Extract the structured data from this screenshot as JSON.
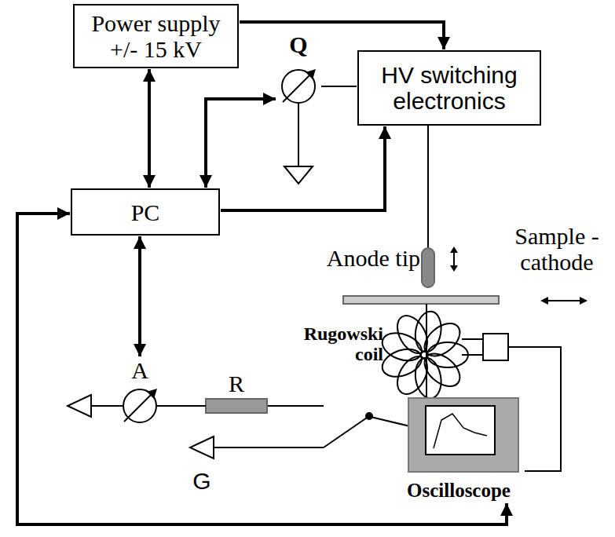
{
  "diagram": {
    "nodes": [
      {
        "text": [
          "Power supply +/- 15 kV"
        ]
      },
      {
        "text": [
          "Q"
        ]
      },
      {
        "text": [
          "HV switching electronics"
        ]
      },
      {
        "text": [
          "PC"
        ]
      },
      {
        "text": [
          "A"
        ]
      },
      {
        "text": [
          "Oscilloscope"
        ]
      }
    ],
    "edges": [
      {
        "from": 0,
        "to": 3,
        "arrow": "both"
      },
      {
        "from": 0,
        "to": 2,
        "arrow": "to"
      },
      {
        "from": 3,
        "to": 1,
        "arrow": "both"
      },
      {
        "from": 3,
        "to": 2,
        "arrow": "to"
      },
      {
        "from": 1,
        "to": 2,
        "arrow": "none"
      },
      {
        "from": 3,
        "to": 4,
        "arrow": "both"
      },
      {
        "from": 5,
        "to": 3,
        "arrow": "both"
      }
    ],
    "labels": [
      "Anode tip",
      "Sample - cathode",
      "Rugowski coil",
      "R",
      "G"
    ]
  }
}
